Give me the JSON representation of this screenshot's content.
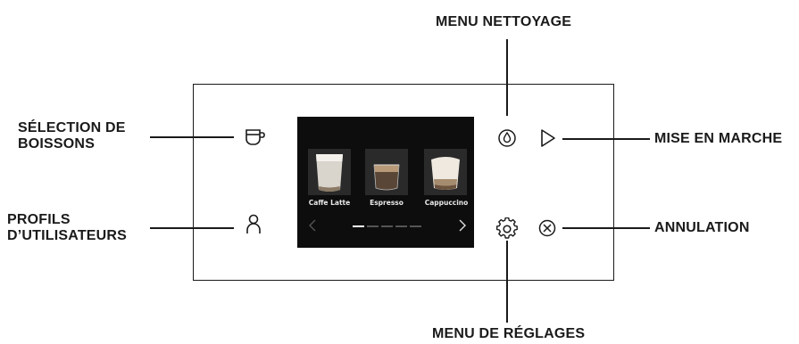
{
  "callouts": {
    "menu_nettoyage": "MENU NETTOYAGE",
    "selection_line1": "SÉLECTION DE",
    "selection_line2": "BOISSONS",
    "mise_en_marche": "MISE EN MARCHE",
    "profils_line1": "PROFILS",
    "profils_line2": "D’UTILISATEURS",
    "annulation": "ANNULATION",
    "menu_reglages": "MENU DE RÉGLAGES"
  },
  "screen": {
    "drinks": [
      {
        "label": "Caffe Latte"
      },
      {
        "label": "Espresso"
      },
      {
        "label": "Cappuccino"
      }
    ],
    "pager": {
      "pages": 5,
      "current": 1
    }
  },
  "icons": {
    "cup": "cup-icon",
    "user": "user-icon",
    "clean": "drop-icon",
    "start": "play-icon",
    "settings": "gear-icon",
    "cancel": "cancel-icon"
  }
}
